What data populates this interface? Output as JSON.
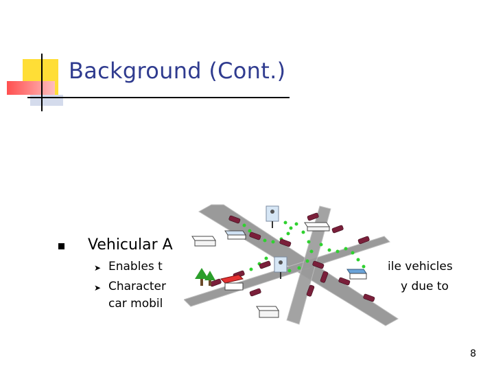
{
  "slide": {
    "title": "Background (Cont.)",
    "bullet_main": "Vehicular A",
    "sub_1_left": "Enables t",
    "sub_1_right": "ile vehicles",
    "sub_2_left": "Character",
    "sub_2_right": "y due to",
    "sub_2_line2": "car mobil",
    "page_number": "8"
  },
  "colors": {
    "title": "#2f3b8f",
    "accent_yellow": "#ffde36",
    "accent_red": "#ff6b6b",
    "road": "#9a9a9a",
    "dots_green": "#2fd12f"
  },
  "icons": {
    "bullet": "square-bullet",
    "sub_bullet": "arrow-bullet",
    "scene": "vehicular-network-illustration"
  }
}
